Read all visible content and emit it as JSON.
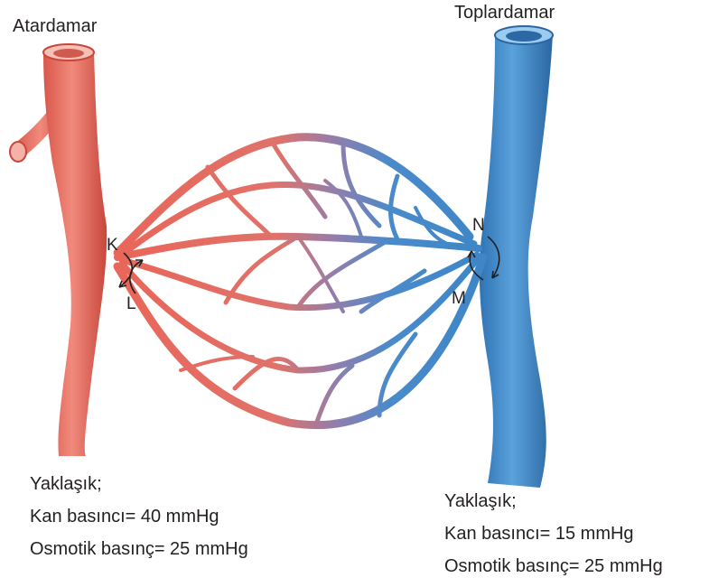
{
  "labels": {
    "artery": "Atardamar",
    "vein": "Toplardamar"
  },
  "points": {
    "k": "K",
    "l": "L",
    "m": "M",
    "n": "N"
  },
  "artery_info": {
    "heading": "Yaklaşık;",
    "blood_pressure": "Kan basıncı= 40 mmHg",
    "osmotic_pressure": "Osmotik basınç= 25 mmHg"
  },
  "vein_info": {
    "heading": "Yaklaşık;",
    "blood_pressure": "Kan basıncı= 15 mmHg",
    "osmotic_pressure": "Osmotik basınç= 25 mmHg"
  },
  "colors": {
    "artery": "#e8675a",
    "artery_dark": "#c94a3e",
    "vein": "#3d86c6",
    "vein_dark": "#2c68a3",
    "text": "#231f20"
  }
}
